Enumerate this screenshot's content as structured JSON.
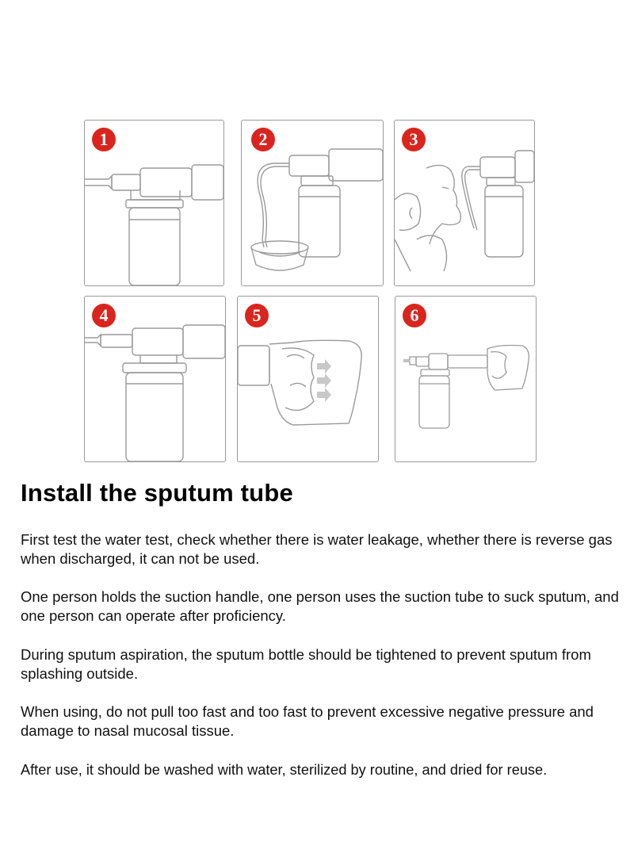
{
  "steps": [
    {
      "number": "1"
    },
    {
      "number": "2"
    },
    {
      "number": "3"
    },
    {
      "number": "4"
    },
    {
      "number": "5"
    },
    {
      "number": "6"
    }
  ],
  "title": "Install the sputum tube",
  "paragraphs": [
    "First test the water test, check whether there is water leakage, whether there is reverse gas when discharged, it can not be used.",
    "One person holds the suction handle, one person uses the suction tube to suck sputum, and one person can operate after proficiency.",
    "During sputum aspiration, the sputum bottle should be tightened to prevent sputum from splashing outside.",
    "When using, do not pull too fast and too fast to prevent excessive negative pressure and damage to nasal mucosal tissue.",
    "After use, it should be washed with water, sterilized by routine, and dried for reuse."
  ],
  "colors": {
    "badge": "#d9251d",
    "line": "#9a9a9a"
  }
}
